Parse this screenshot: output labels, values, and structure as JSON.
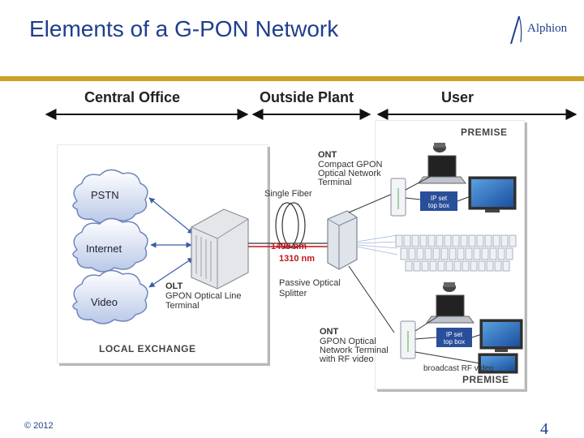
{
  "title": "Elements of a G-PON Network",
  "logo": {
    "text": "Alphion"
  },
  "columns": {
    "central_office": "Central Office",
    "outside_plant": "Outside Plant",
    "user": "User"
  },
  "clouds": {
    "pstn": "PSTN",
    "internet": "Internet",
    "video": "Video"
  },
  "olt": {
    "heading": "OLT",
    "line1": "GPON Optical Line",
    "line2": "Terminal"
  },
  "local_exchange": "LOCAL EXCHANGE",
  "fiber": {
    "label": "Single Fiber",
    "wavelength_down": "1490 nm —",
    "wavelength_up": "1310 nm"
  },
  "splitter": {
    "line1": "Passive Optical",
    "line2": "Splitter"
  },
  "ont_top": {
    "heading": "ONT",
    "line1": "Compact GPON",
    "line2": "Optical Network",
    "line3": "Terminal"
  },
  "ont_bottom": {
    "heading": "ONT",
    "line1": "GPON Optical",
    "line2": "Network Terminal",
    "line3": "with RF video"
  },
  "premise_top": "PREMISE",
  "premise_bottom": "PREMISE",
  "settop_top": {
    "line1": "IP set",
    "line2": "top box"
  },
  "settop_bottom": {
    "line1": "IP set",
    "line2": "top box"
  },
  "broadcast": "broadcast RF video",
  "footer": {
    "copyright": "© 2012",
    "page_number": "4"
  },
  "colors": {
    "title": "#1f3e8c",
    "accent_bar": "#c9a227",
    "wavelength": "#c0141a"
  }
}
